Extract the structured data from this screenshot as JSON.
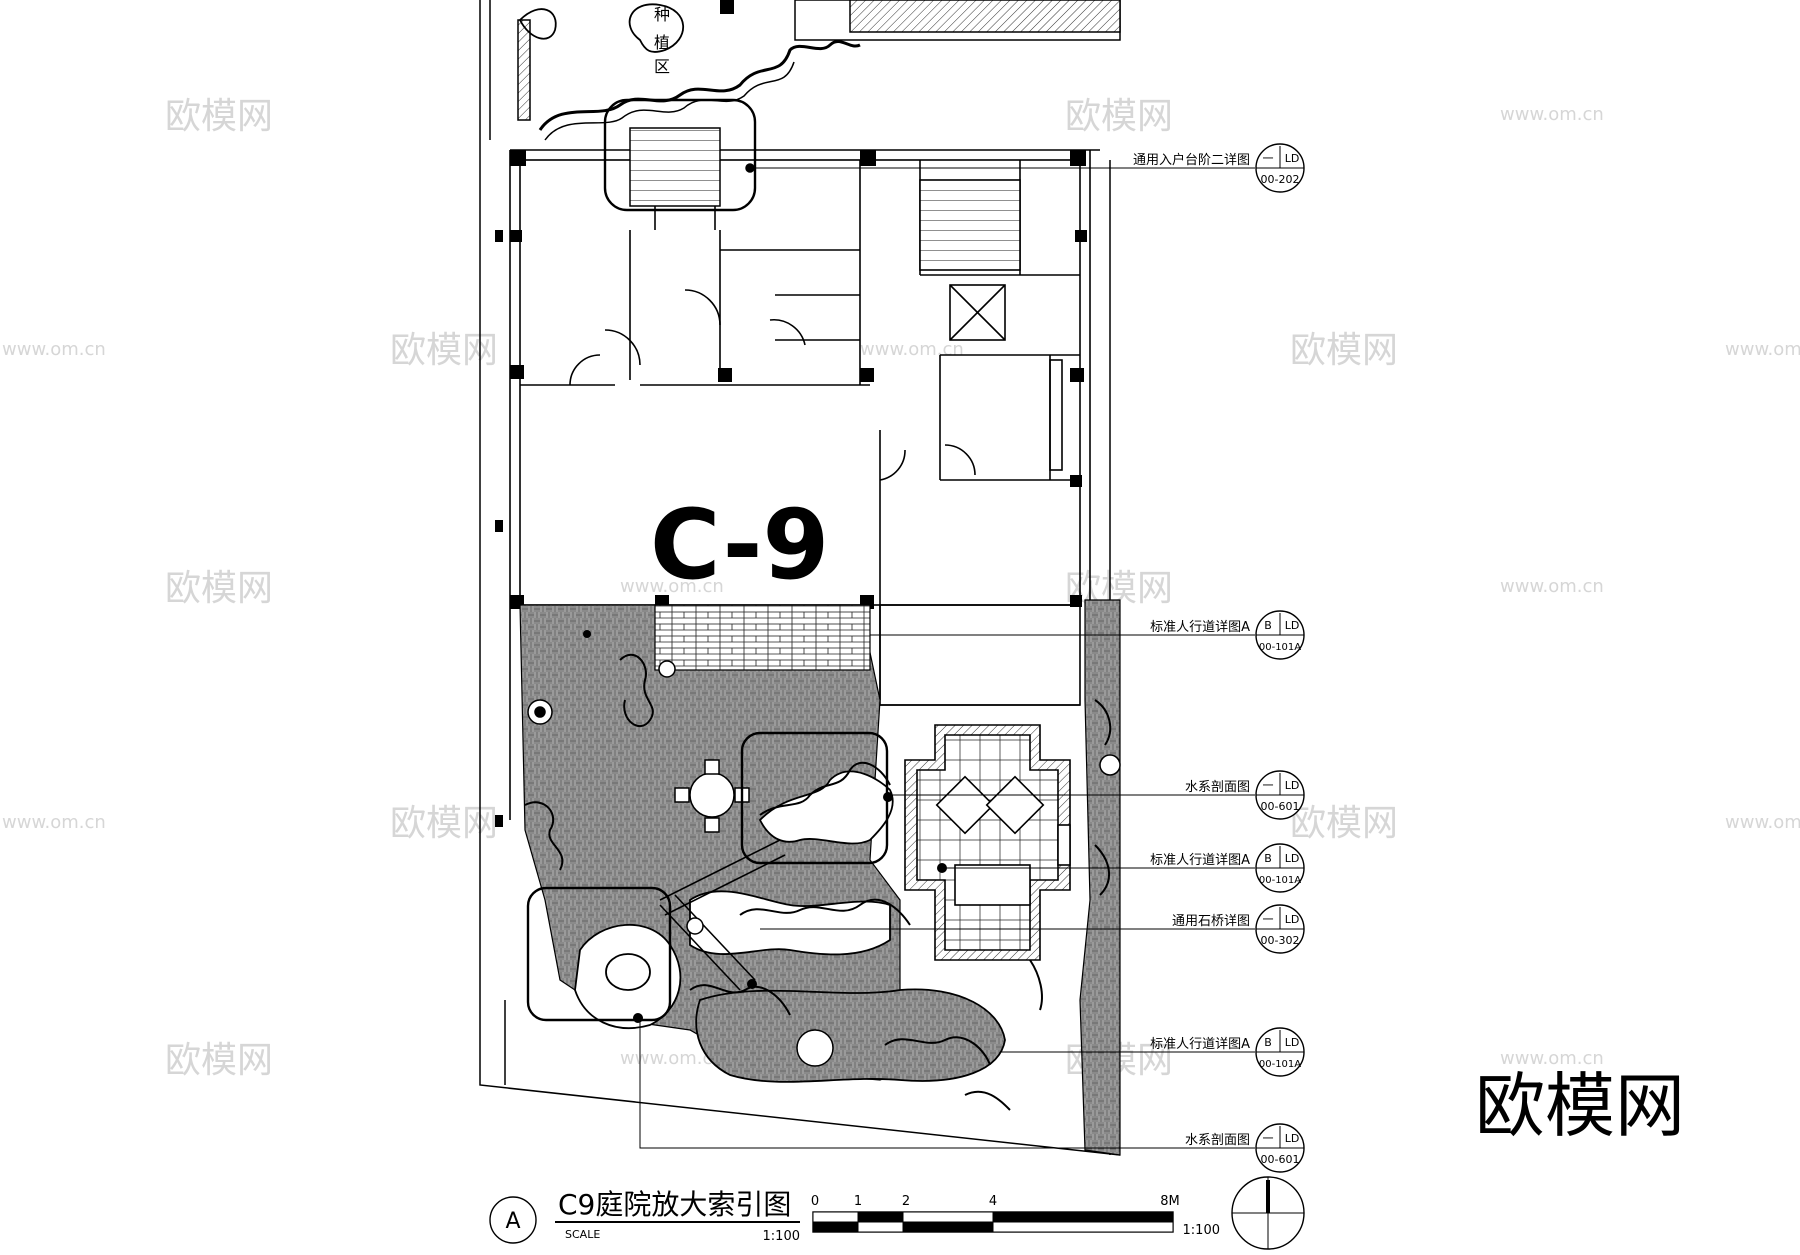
{
  "drawing": {
    "building_label": "C-9",
    "planting_area": [
      "种",
      "植",
      "区"
    ],
    "title": "C9庭院放大索引图",
    "scale_caption": "SCALE",
    "scale_ratio": "1:100",
    "view_letter": "A"
  },
  "callouts": [
    {
      "label": "通用入户台阶二详图",
      "top": "一",
      "ref": "LD",
      "sheet": "00-202"
    },
    {
      "label": "标准人行道详图A",
      "top": "B",
      "ref": "LD",
      "sheet": "00-101A"
    },
    {
      "label": "水系剖面图",
      "top": "一",
      "ref": "LD",
      "sheet": "00-601"
    },
    {
      "label": "标准人行道详图A",
      "top": "B",
      "ref": "LD",
      "sheet": "00-101A"
    },
    {
      "label": "通用石桥详图",
      "top": "一",
      "ref": "LD",
      "sheet": "00-302"
    },
    {
      "label": "标准人行道详图A",
      "top": "B",
      "ref": "LD",
      "sheet": "00-101A"
    },
    {
      "label": "水系剖面图",
      "top": "一",
      "ref": "LD",
      "sheet": "00-601"
    }
  ],
  "scale_bar": {
    "ticks": [
      "0",
      "1",
      "2",
      "4",
      "8M"
    ],
    "ratio": "1:100"
  },
  "watermark": {
    "brand": "欧模网",
    "url": "www.om.cn",
    "corner": "欧模网"
  }
}
